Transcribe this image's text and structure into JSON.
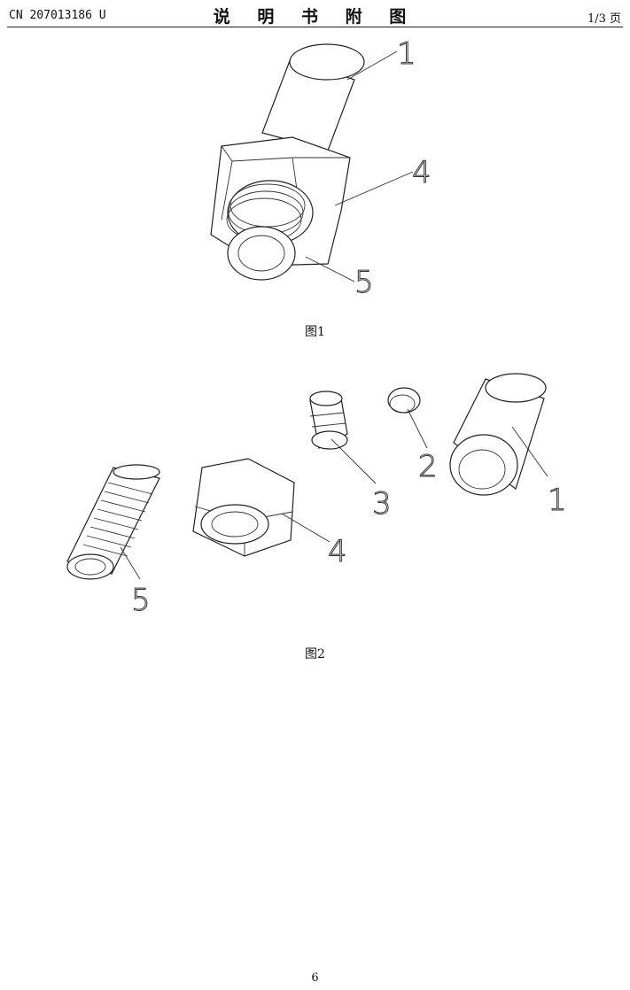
{
  "header": {
    "doc_number": "CN 207013186 U",
    "section_title": "说 明 书 附 图",
    "page_of": "1/3 页"
  },
  "figures": [
    {
      "caption": "图1",
      "callouts": [
        "1",
        "4",
        "5"
      ]
    },
    {
      "caption": "图2",
      "callouts": [
        "1",
        "2",
        "3",
        "4",
        "5"
      ]
    }
  ],
  "footer": {
    "page_number": "6"
  }
}
